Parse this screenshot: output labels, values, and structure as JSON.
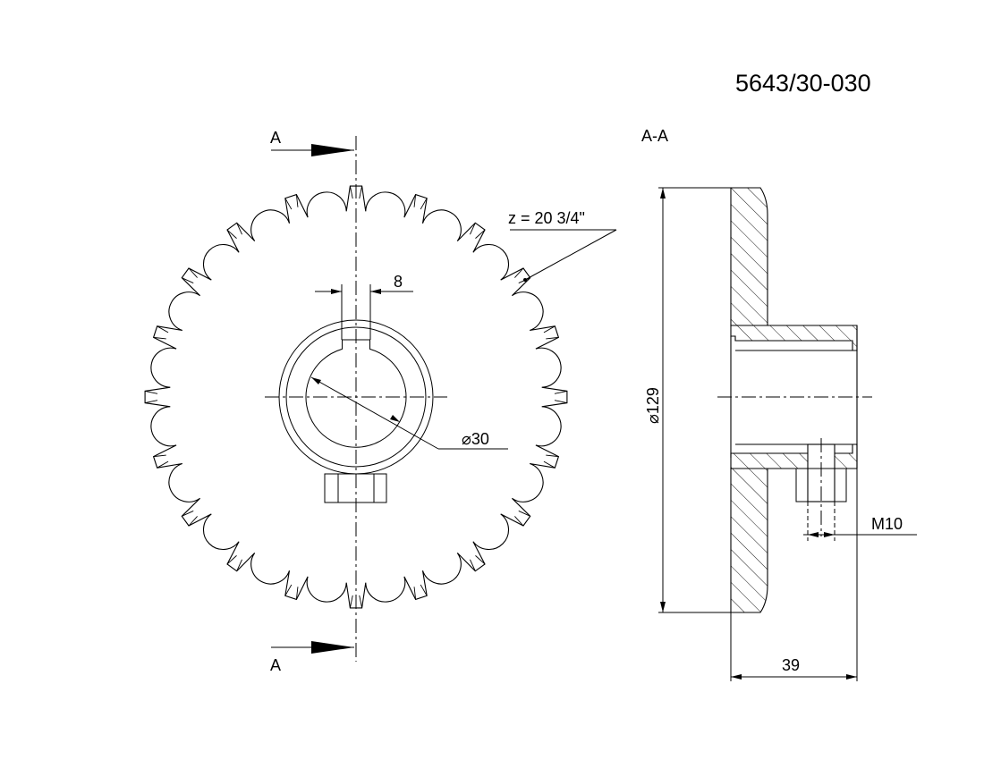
{
  "drawing_number": "5643/30-030",
  "section_view_label": "A-A",
  "section_marker_top": "A",
  "section_marker_bottom": "A",
  "teeth_callout": "z = 20  3/4\"",
  "keyway_width": "8",
  "bore_diameter": "⌀30",
  "outer_diameter": "⌀129",
  "set_screw": "M10",
  "hub_length": "39",
  "teeth_count": 20
}
